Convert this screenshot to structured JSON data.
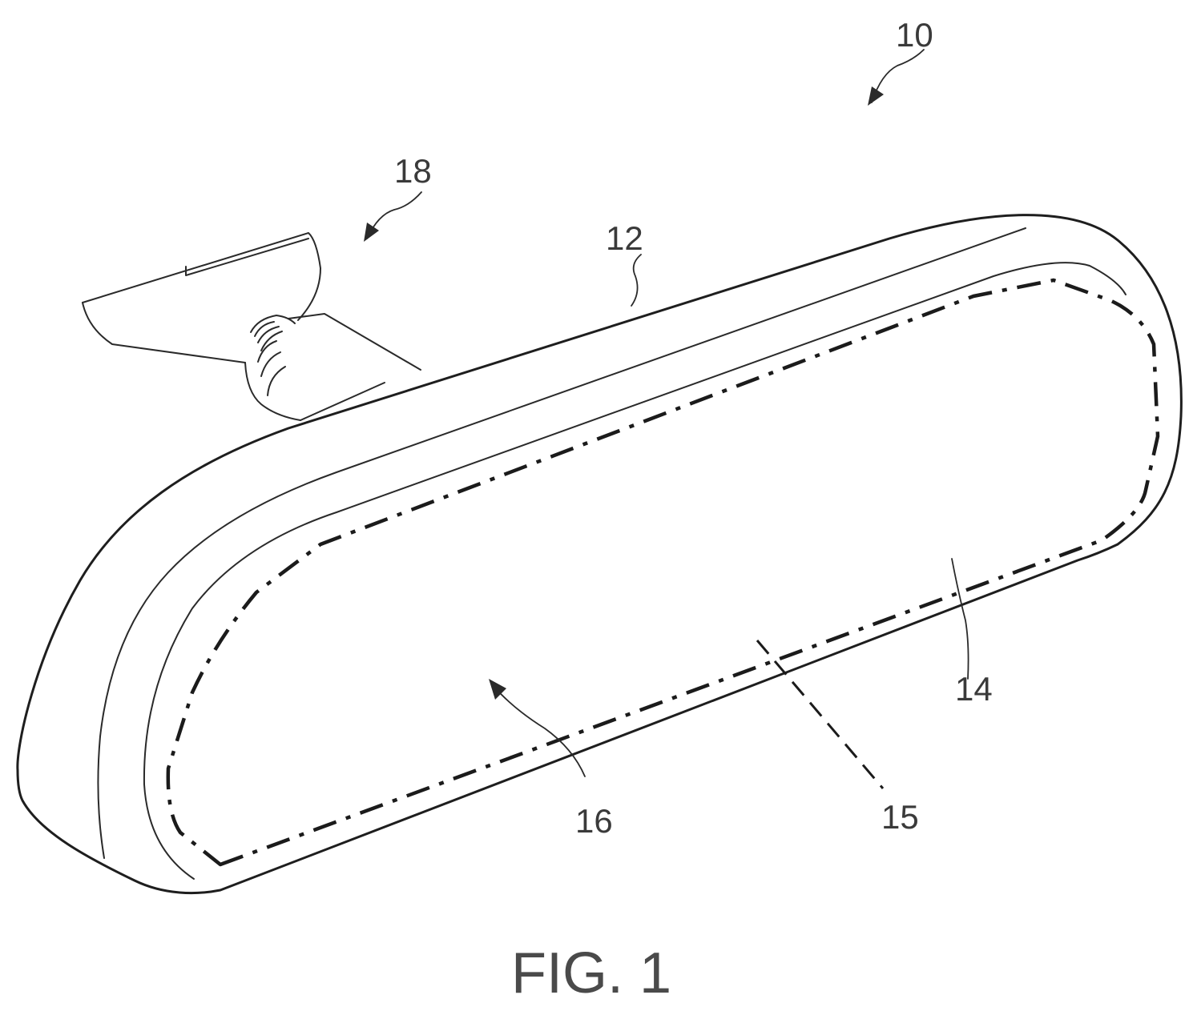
{
  "figure": {
    "caption": "FIG. 1",
    "reference_numerals": {
      "assembly": "10",
      "housing": "12",
      "element": "14",
      "region": "15",
      "area": "16",
      "mount": "18"
    }
  }
}
